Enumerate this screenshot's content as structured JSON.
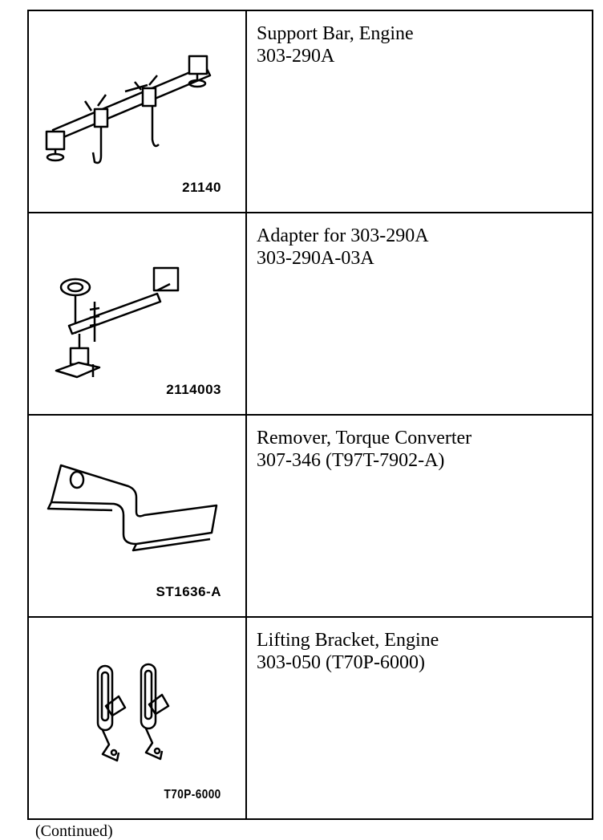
{
  "tools": [
    {
      "name": "Support Bar, Engine",
      "number": "303-290A",
      "image_code": "21140",
      "icon": "engine-support-bar-icon"
    },
    {
      "name": "Adapter for 303-290A",
      "number": "303-290A-03A",
      "image_code": "2114003",
      "icon": "adapter-icon"
    },
    {
      "name": "Remover, Torque Converter",
      "number": "307-346 (T97T-7902-A)",
      "image_code": "ST1636-A",
      "icon": "torque-converter-remover-icon"
    },
    {
      "name": "Lifting Bracket, Engine",
      "number": "303-050 (T70P-6000)",
      "image_code": "T70P-6000",
      "icon": "lifting-bracket-icon"
    }
  ],
  "footer": "(Continued)"
}
